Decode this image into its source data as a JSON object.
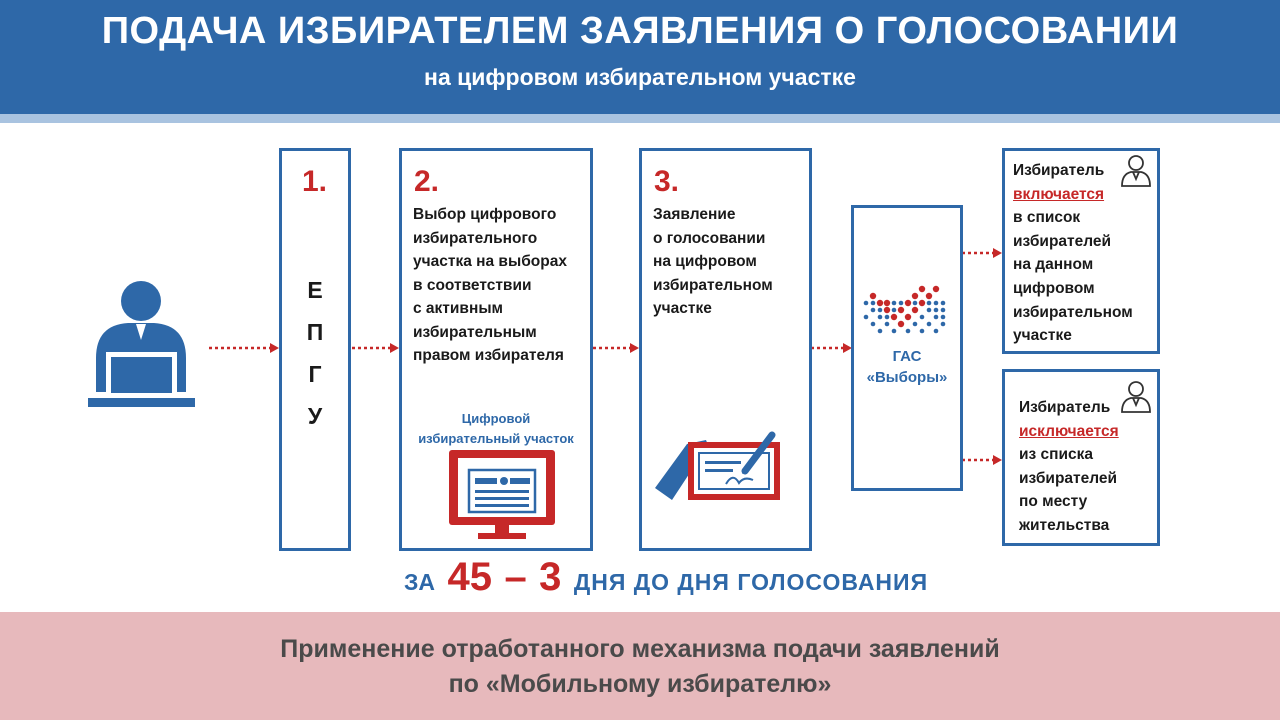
{
  "header": {
    "title": "ПОДАЧА ИЗБИРАТЕЛЕМ ЗАЯВЛЕНИЯ О ГОЛОСОВАНИИ",
    "subtitle": "на цифровом избирательном участке"
  },
  "steps": [
    {
      "number": "1.",
      "letters": [
        "Е",
        "П",
        "Г",
        "У"
      ]
    },
    {
      "number": "2.",
      "lines": [
        "Выбор цифрового",
        "избирательного",
        "участка на выборах",
        "в соответствии",
        "с активным",
        "избирательным",
        "правом избирателя"
      ],
      "caption": [
        "Цифровой",
        "избирательный участок"
      ]
    },
    {
      "number": "3.",
      "lines": [
        "Заявление",
        "о голосовании",
        "на цифровом",
        "избирательном",
        "участке"
      ]
    }
  ],
  "gas": {
    "line1": "ГАС",
    "line2": "«Выборы»"
  },
  "outcomes": [
    {
      "before": "Избиратель",
      "highlight": "включается",
      "after": [
        "в список",
        "избирателей",
        "на данном",
        "цифровом",
        "избирательном",
        "участке"
      ]
    },
    {
      "before": "Избиратель",
      "highlight": "исключается",
      "after": [
        "из списка",
        "избирателей",
        "по месту",
        "жительства"
      ]
    }
  ],
  "deadline": {
    "prefix": "ЗА",
    "from": "45",
    "dash": "–",
    "to": "3",
    "suffix": "ДНЯ ДО ДНЯ ГОЛОСОВАНИЯ"
  },
  "footer": {
    "line1": "Применение отработанного механизма подачи заявлений",
    "line2": "по «Мобильному избирателю»"
  },
  "colors": {
    "blue": "#2e68a8",
    "red": "#c62828",
    "footer_bg": "#e7b9bc",
    "stripe": "#a9c3e0"
  }
}
